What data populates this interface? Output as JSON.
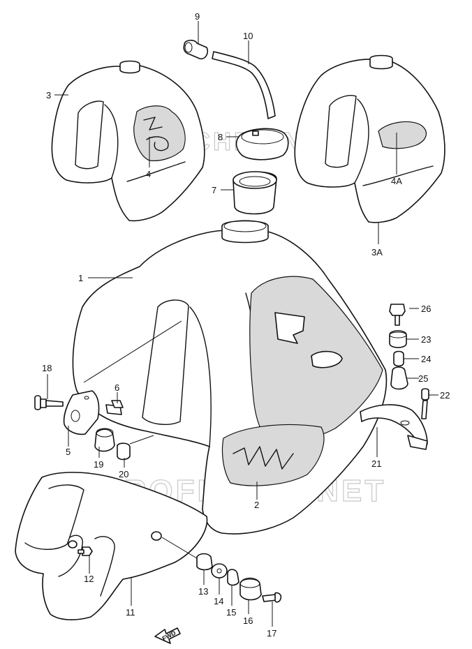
{
  "watermark": "MICROFICHES.NET",
  "direction_label": "FWD",
  "callouts": {
    "c1": "1",
    "c2": "2",
    "c3": "3",
    "c3a": "3A",
    "c4": "4",
    "c4a": "4A",
    "c5": "5",
    "c6": "6",
    "c7": "7",
    "c8": "8",
    "c9": "9",
    "c10": "10",
    "c11": "11",
    "c12": "12",
    "c13": "13",
    "c14": "14",
    "c15": "15",
    "c16": "16",
    "c17": "17",
    "c18": "18",
    "c19": "19",
    "c20": "20",
    "c21": "21",
    "c22": "22",
    "c23": "23",
    "c24": "24",
    "c25": "25",
    "c26": "26"
  }
}
